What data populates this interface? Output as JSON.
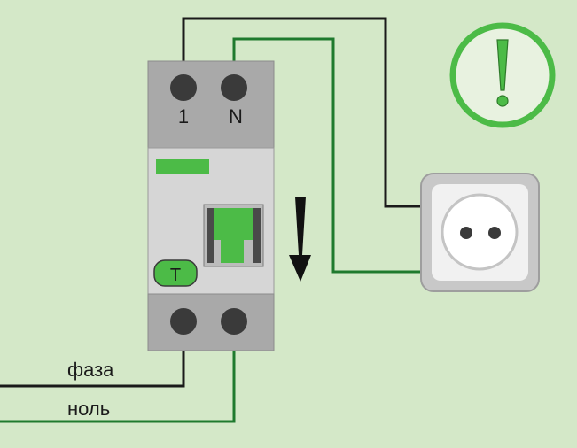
{
  "colors": {
    "background": "#d4e8c8",
    "phase_wire": "#1a1a1a",
    "neutral_wire": "#1f7a2e",
    "accent_green": "#4cbb47",
    "breaker_body": "#a9a9a9",
    "breaker_front": "#d6d6d6"
  },
  "breaker": {
    "terminal_phase_label": "1",
    "terminal_neutral_label": "N",
    "test_button_label": "T"
  },
  "wires": {
    "phase_label": "фаза",
    "neutral_label": "ноль"
  },
  "icons": {
    "warning": "exclamation-circle-icon",
    "direction": "down-arrow-icon",
    "socket": "power-socket-icon"
  }
}
